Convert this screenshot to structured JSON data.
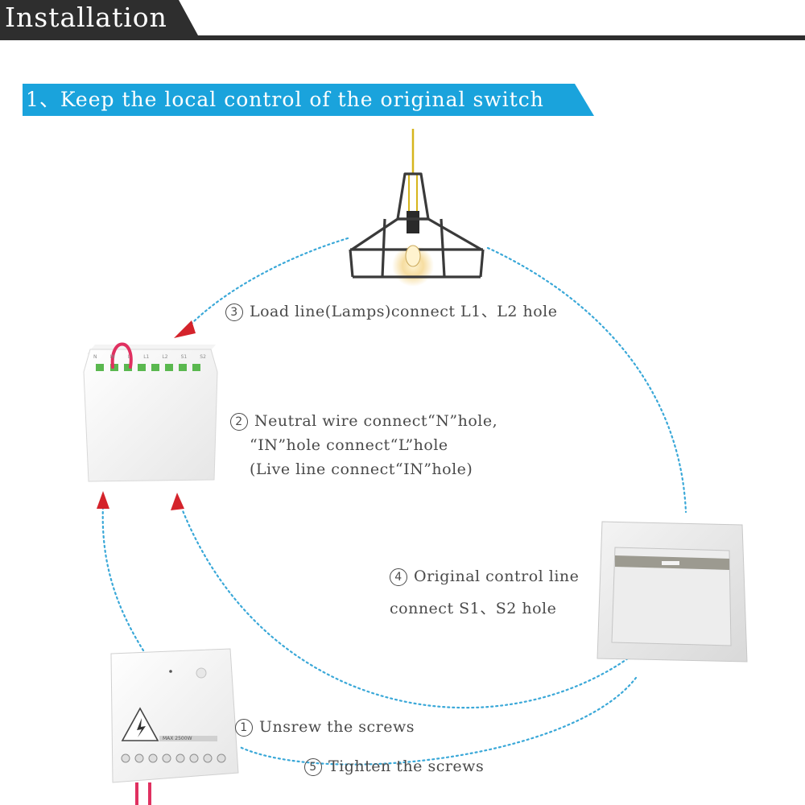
{
  "header": {
    "title": "Installation"
  },
  "section": {
    "title": "1、Keep the local control of the original switch"
  },
  "steps": {
    "s1": {
      "num": "1",
      "text": "Unsrew the screws"
    },
    "s2": {
      "num": "2",
      "line1": "Neutral wire connect“N”hole,",
      "line2": "“IN”hole connect“L”hole",
      "line3": "(Live line connect“IN”hole)"
    },
    "s3": {
      "num": "3",
      "text": "Load line(Lamps)connect L1、L2 hole"
    },
    "s4": {
      "num": "4",
      "line1": "Original control line",
      "line2": "connect S1、S2 hole"
    },
    "s5": {
      "num": "5",
      "text": "Tighten the screws"
    }
  },
  "module_terminal_labels": [
    "N",
    "IN",
    "L",
    "L1",
    "L2",
    "S1",
    "S2"
  ],
  "module_back_label": "MAX 2500W",
  "colors": {
    "header_bg": "#2e2e2e",
    "section_bg": "#1aa3dc",
    "flow_arrow": "#3aa8d8",
    "red_arrow": "#d4232b",
    "wire_red": "#e03060",
    "wire_yellow": "#d6b51d",
    "text": "#4a4a4a"
  },
  "icons": [
    "pendant-lamp-icon",
    "smart-module-icon",
    "module-back-icon",
    "wall-switch-icon",
    "high-voltage-warning-icon"
  ]
}
